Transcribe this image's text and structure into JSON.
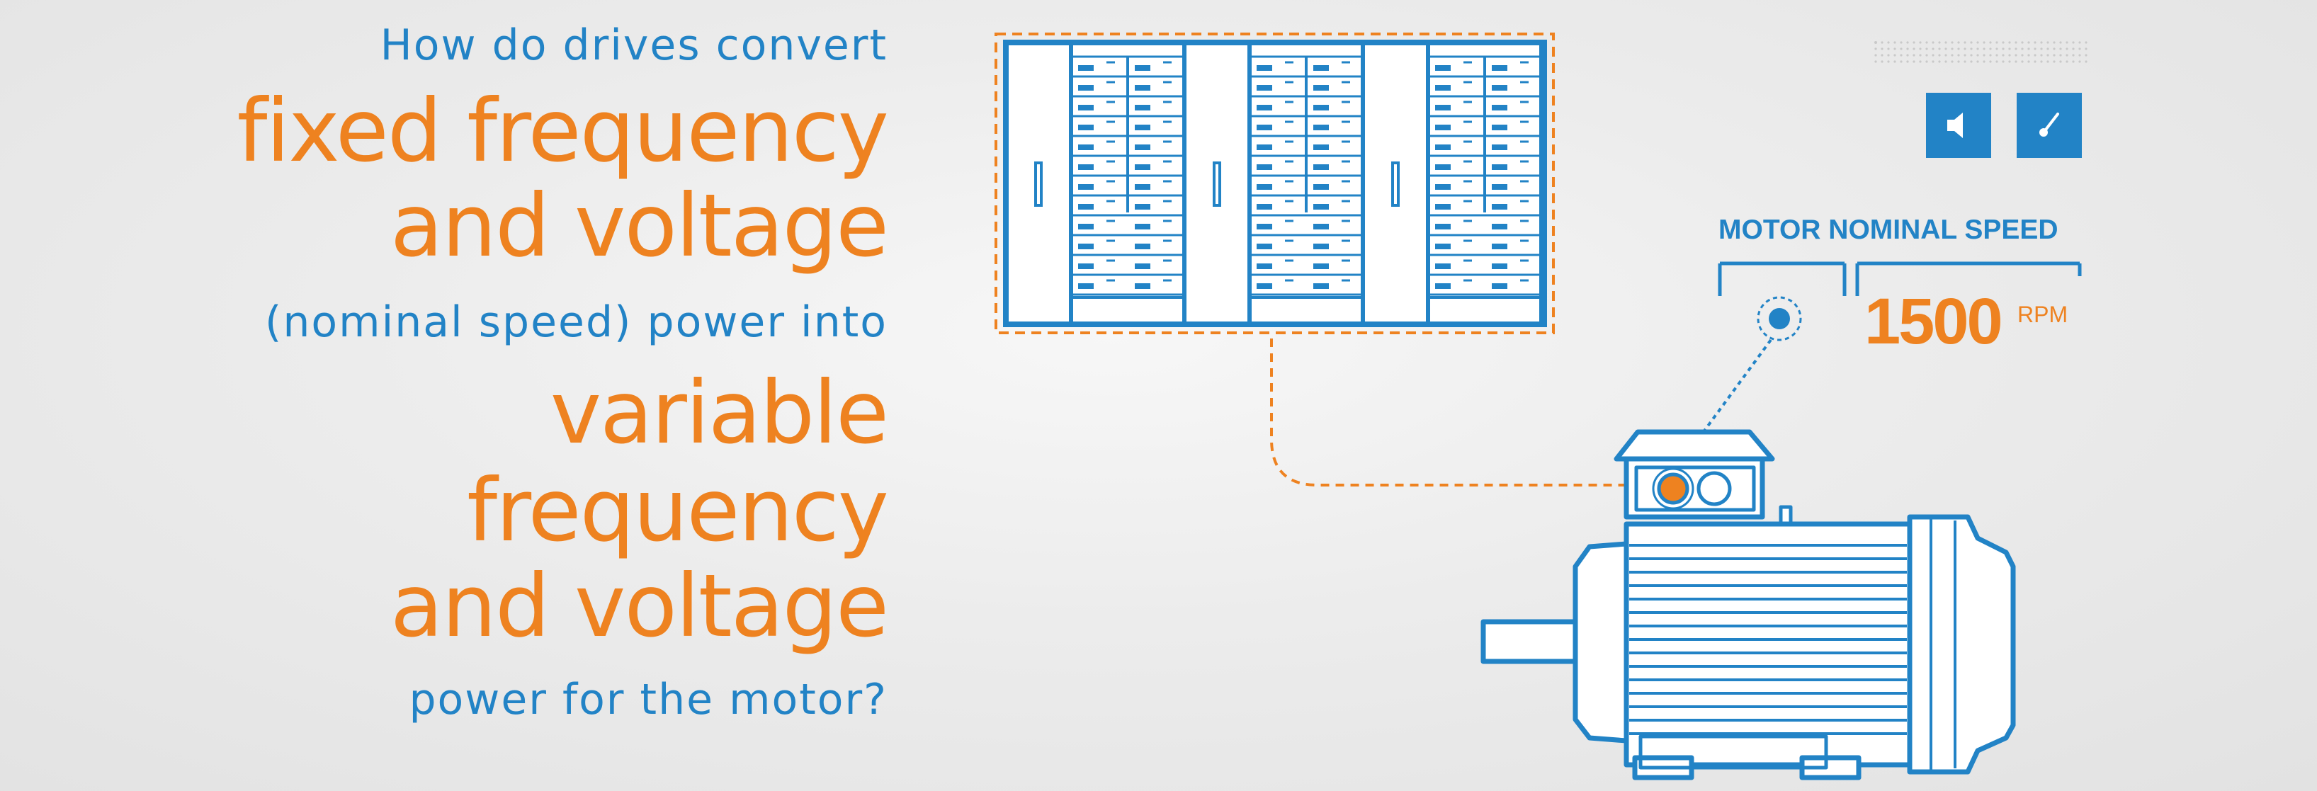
{
  "headline": {
    "line1": "How do drives convert",
    "line2": "fixed frequency",
    "line3": "and voltage",
    "line4": "(nominal speed) power into",
    "line5": "variable",
    "line6": "frequency",
    "line7": "and voltage",
    "line8": "power for the motor?"
  },
  "speed_panel": {
    "title": "MOTOR NOMINAL SPEED",
    "value": "1500",
    "unit": "RPM"
  },
  "controls": {
    "sound_icon": "speaker-icon",
    "gauge_icon": "gauge-icon"
  },
  "colors": {
    "blue": "#2283c6",
    "orange": "#ee8220",
    "background": "#ececec"
  }
}
